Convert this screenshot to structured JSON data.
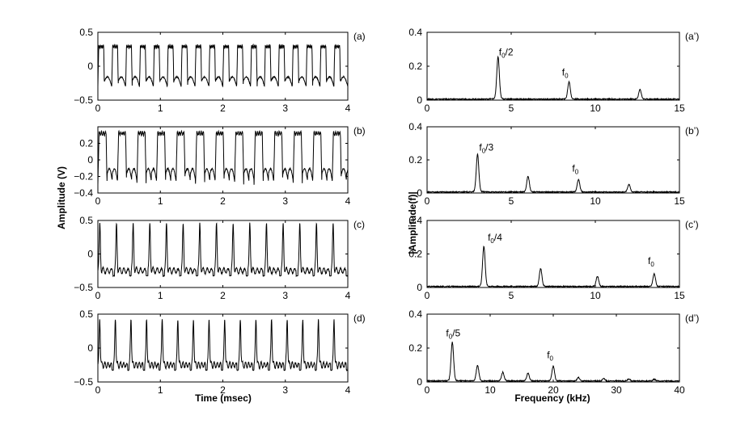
{
  "figure": {
    "time_ylabel": "Amplitude (V)",
    "time_xlabel": "Time (msec)",
    "freq_ylabel": "|Amplitude(f)|",
    "freq_xlabel": "Frequency (kHz)"
  },
  "chart_data": [
    {
      "type": "line",
      "domain": "time",
      "panel_label": "(a)",
      "xlim": [
        0,
        4
      ],
      "ylim": [
        -0.5,
        0.5
      ],
      "xticks": [
        "0",
        "1",
        "2",
        "3",
        "4"
      ],
      "yticks": [
        {
          "v": 0.5,
          "t": "0.5"
        },
        {
          "v": 0,
          "t": "0"
        },
        {
          "v": -0.5,
          "t": "−0.5"
        }
      ],
      "period_ms": 0.2222,
      "high": 0.29,
      "low_base": -0.22,
      "low_dip": -0.3,
      "harmonics": 2,
      "wave": "square"
    },
    {
      "type": "line",
      "domain": "frequency",
      "panel_label": "(a’)",
      "xlim": [
        0,
        16
      ],
      "ylim": [
        0,
        0.4
      ],
      "xticks": [
        "0",
        "5",
        "10",
        "15"
      ],
      "yticks": [
        {
          "v": 0.4,
          "t": "0.4"
        },
        {
          "v": 0.2,
          "t": "0.2"
        },
        {
          "v": 0,
          "t": "0"
        }
      ],
      "peaks": [
        {
          "x": 4.5,
          "y": 0.245
        },
        {
          "x": 9.0,
          "y": 0.1
        },
        {
          "x": 13.5,
          "y": 0.055
        }
      ],
      "annotations": [
        {
          "base": "f",
          "sub": "0",
          "suffix": "/2",
          "x": 4.55,
          "y": 0.265
        },
        {
          "base": "f",
          "sub": "0",
          "suffix": "",
          "x": 8.55,
          "y": 0.145
        }
      ]
    },
    {
      "type": "line",
      "domain": "time",
      "panel_label": "(b)",
      "xlim": [
        0,
        4
      ],
      "ylim": [
        -0.4,
        0.4
      ],
      "xticks": [
        "0",
        "1",
        "2",
        "3",
        "4"
      ],
      "yticks": [
        {
          "v": 0.2,
          "t": "0.2"
        },
        {
          "v": 0,
          "t": "0"
        },
        {
          "v": -0.2,
          "t": "−0.2"
        },
        {
          "v": -0.4,
          "t": "−0.4"
        }
      ],
      "period_ms": 0.3125,
      "high": 0.32,
      "low_base": -0.17,
      "low_dip": -0.3,
      "harmonics": 3,
      "wave": "square"
    },
    {
      "type": "line",
      "domain": "frequency",
      "panel_label": "(b’)",
      "xlim": [
        0,
        16
      ],
      "ylim": [
        0,
        0.4
      ],
      "xticks": [
        "0",
        "5",
        "10",
        "15"
      ],
      "yticks": [
        {
          "v": 0.4,
          "t": "0.4"
        },
        {
          "v": 0.2,
          "t": "0.2"
        },
        {
          "v": 0,
          "t": "0"
        }
      ],
      "peaks": [
        {
          "x": 3.2,
          "y": 0.225
        },
        {
          "x": 6.4,
          "y": 0.095
        },
        {
          "x": 9.6,
          "y": 0.075
        },
        {
          "x": 12.8,
          "y": 0.045
        }
      ],
      "annotations": [
        {
          "base": "f",
          "sub": "0",
          "suffix": "/3",
          "x": 3.3,
          "y": 0.255
        },
        {
          "base": "f",
          "sub": "0",
          "suffix": "",
          "x": 9.2,
          "y": 0.13
        }
      ]
    },
    {
      "type": "line",
      "domain": "time",
      "panel_label": "(c)",
      "xlim": [
        0,
        4
      ],
      "ylim": [
        -0.5,
        0.5
      ],
      "xticks": [
        "0",
        "1",
        "2",
        "3",
        "4"
      ],
      "yticks": [
        {
          "v": 0.5,
          "t": "0.5"
        },
        {
          "v": 0,
          "t": "0"
        },
        {
          "v": -0.5,
          "t": "−0.5"
        }
      ],
      "period_ms": 0.2667,
      "high": 0.45,
      "low_base": -0.25,
      "low_dip": -0.35,
      "harmonics": 4,
      "wave": "spiky"
    },
    {
      "type": "line",
      "domain": "frequency",
      "panel_label": "(c’)",
      "xlim": [
        0,
        16
      ],
      "ylim": [
        0,
        0.4
      ],
      "xticks": [
        "0",
        "5",
        "10",
        "15"
      ],
      "yticks": [
        {
          "v": 0.4,
          "t": "0.4"
        },
        {
          "v": 0.2,
          "t": "0.2"
        },
        {
          "v": 0,
          "t": "0"
        }
      ],
      "peaks": [
        {
          "x": 3.6,
          "y": 0.235
        },
        {
          "x": 7.2,
          "y": 0.105
        },
        {
          "x": 10.8,
          "y": 0.06
        },
        {
          "x": 14.4,
          "y": 0.075
        }
      ],
      "annotations": [
        {
          "base": "f",
          "sub": "0",
          "suffix": "/4",
          "x": 3.85,
          "y": 0.28
        },
        {
          "base": "f",
          "sub": "0",
          "suffix": "",
          "x": 14.0,
          "y": 0.14
        }
      ]
    },
    {
      "type": "line",
      "domain": "time",
      "panel_label": "(d)",
      "xlim": [
        0,
        4
      ],
      "ylim": [
        -0.5,
        0.5
      ],
      "xticks": [
        "0",
        "1",
        "2",
        "3",
        "4"
      ],
      "yticks": [
        {
          "v": 0.5,
          "t": "0.5"
        },
        {
          "v": 0,
          "t": "0"
        },
        {
          "v": -0.5,
          "t": "−0.5"
        }
      ],
      "period_ms": 0.25,
      "high": 0.45,
      "low_base": -0.25,
      "low_dip": -0.35,
      "harmonics": 5,
      "wave": "spiky"
    },
    {
      "type": "line",
      "domain": "frequency",
      "panel_label": "(d’)",
      "xlim": [
        0,
        40
      ],
      "ylim": [
        0,
        0.4
      ],
      "xticks": [
        "0",
        "10",
        "20",
        "30",
        "40"
      ],
      "yticks": [
        {
          "v": 0.4,
          "t": "0.4"
        },
        {
          "v": 0.2,
          "t": "0.2"
        },
        {
          "v": 0,
          "t": "0"
        }
      ],
      "peaks": [
        {
          "x": 4.0,
          "y": 0.225
        },
        {
          "x": 8.0,
          "y": 0.09
        },
        {
          "x": 12.0,
          "y": 0.05
        },
        {
          "x": 16.0,
          "y": 0.045
        },
        {
          "x": 20.0,
          "y": 0.085
        },
        {
          "x": 24.0,
          "y": 0.02
        },
        {
          "x": 28.0,
          "y": 0.015
        },
        {
          "x": 32.0,
          "y": 0.012
        },
        {
          "x": 36.0,
          "y": 0.01
        }
      ],
      "annotations": [
        {
          "base": "f",
          "sub": "0",
          "suffix": "/5",
          "x": 3.0,
          "y": 0.27
        },
        {
          "base": "f",
          "sub": "0",
          "suffix": "",
          "x": 19.0,
          "y": 0.14
        }
      ]
    }
  ]
}
